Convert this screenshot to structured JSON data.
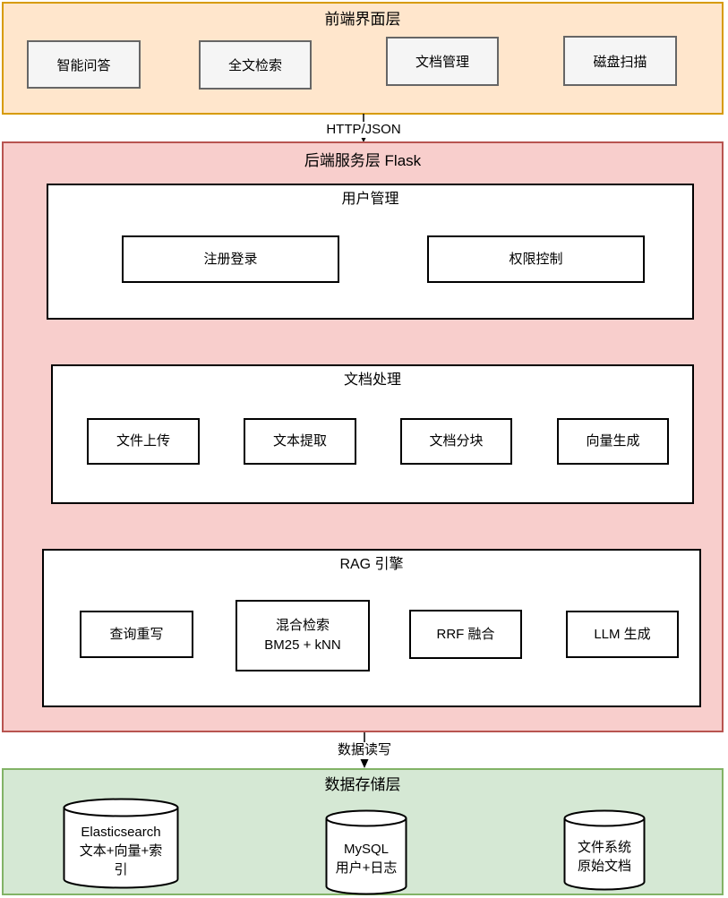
{
  "colors": {
    "frontend_fill": "#ffe6cc",
    "frontend_stroke": "#d79b00",
    "backend_fill": "#f8cecc",
    "backend_stroke": "#b85450",
    "storage_fill": "#d5e8d4",
    "storage_stroke": "#82b366",
    "gray_box_fill": "#f5f5f5",
    "gray_box_stroke": "#666666"
  },
  "frontend_layer": {
    "title": "前端界面层",
    "boxes": [
      {
        "label": "智能问答"
      },
      {
        "label": "全文检索"
      },
      {
        "label": "文档管理"
      },
      {
        "label": "磁盘扫描"
      }
    ]
  },
  "connectors": {
    "http": {
      "label": "HTTP/JSON"
    },
    "data": {
      "label": "数据读写"
    }
  },
  "backend_layer": {
    "title": "后端服务层 Flask",
    "sections": [
      {
        "title": "用户管理",
        "boxes": [
          {
            "label": "注册登录"
          },
          {
            "label": "权限控制"
          }
        ]
      },
      {
        "title": "文档处理",
        "boxes": [
          {
            "label": "文件上传"
          },
          {
            "label": "文本提取"
          },
          {
            "label": "文档分块"
          },
          {
            "label": "向量生成"
          }
        ]
      },
      {
        "title": "RAG 引擎",
        "boxes": [
          {
            "label": "查询重写"
          },
          {
            "label": "混合检索",
            "sublabel": "BM25 + kNN"
          },
          {
            "label": "RRF 融合"
          },
          {
            "label": "LLM 生成"
          }
        ]
      }
    ]
  },
  "storage_layer": {
    "title": "数据存储层",
    "cylinders": [
      {
        "lines": [
          "Elasticsearch",
          "文本+向量+索",
          "引"
        ]
      },
      {
        "lines": [
          "MySQL",
          "用户+日志"
        ]
      },
      {
        "lines": [
          "文件系统",
          "原始文档"
        ]
      }
    ]
  }
}
